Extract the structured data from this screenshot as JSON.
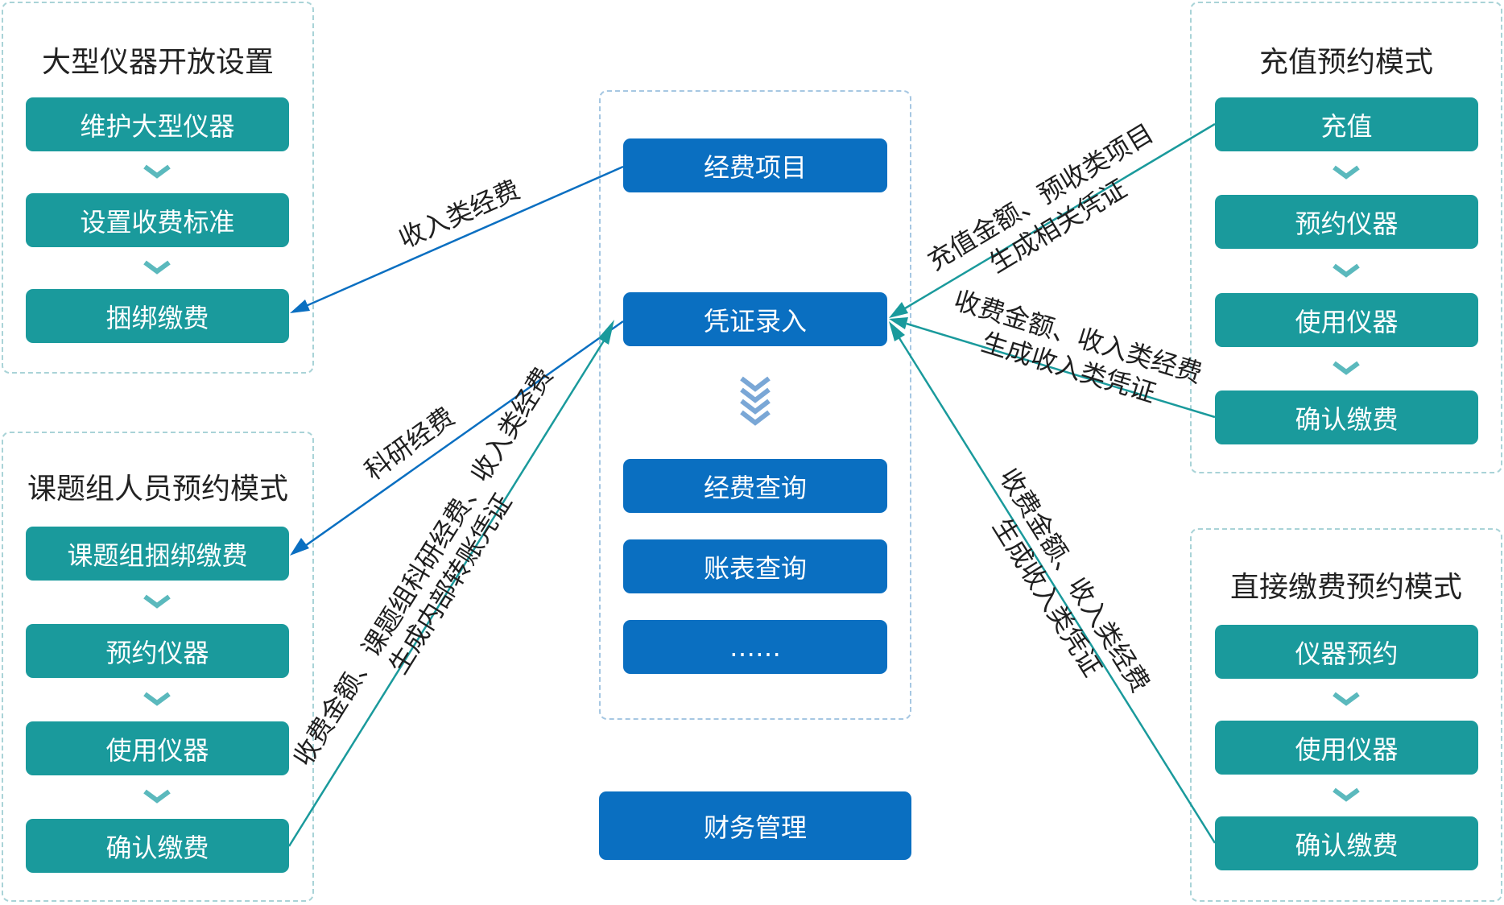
{
  "colors": {
    "teal": "#1a9a9c",
    "blue": "#0a6fc1",
    "panel_border": "#a9d3d7",
    "chevron": "#5bb9bd",
    "center_chevron": "#7aa7d6"
  },
  "panels": {
    "instrument_setup": {
      "title": "大型仪器开放设置",
      "steps": [
        "维护大型仪器",
        "设置收费标准",
        "捆绑缴费"
      ]
    },
    "group_booking": {
      "title": "课题组人员预约模式",
      "steps": [
        "课题组捆绑缴费",
        "预约仪器",
        "使用仪器",
        "确认缴费"
      ]
    },
    "recharge_booking": {
      "title": "充值预约模式",
      "steps": [
        "充值",
        "预约仪器",
        "使用仪器",
        "确认缴费"
      ]
    },
    "direct_booking": {
      "title": "直接缴费预约模式",
      "steps": [
        "仪器预约",
        "使用仪器",
        "确认缴费"
      ]
    },
    "center": {
      "items": [
        "经费项目",
        "凭证录入",
        "经费查询",
        "账表查询",
        "……"
      ],
      "footer": "财务管理"
    }
  },
  "flows": {
    "income_fee": "收入类经费",
    "research_fee": "科研经费",
    "group_transfer": [
      "收费金额、课题组科研经费、收入类经费",
      "生成内部转账凭证"
    ],
    "recharge": [
      "充值金额、预收类项目",
      "生成相关凭证"
    ],
    "confirm_fee": [
      "收费金额、收入类经费",
      "生成收入类凭证"
    ],
    "direct_fee": [
      "收费金额、收入类经费",
      "生成收入类凭证"
    ]
  }
}
